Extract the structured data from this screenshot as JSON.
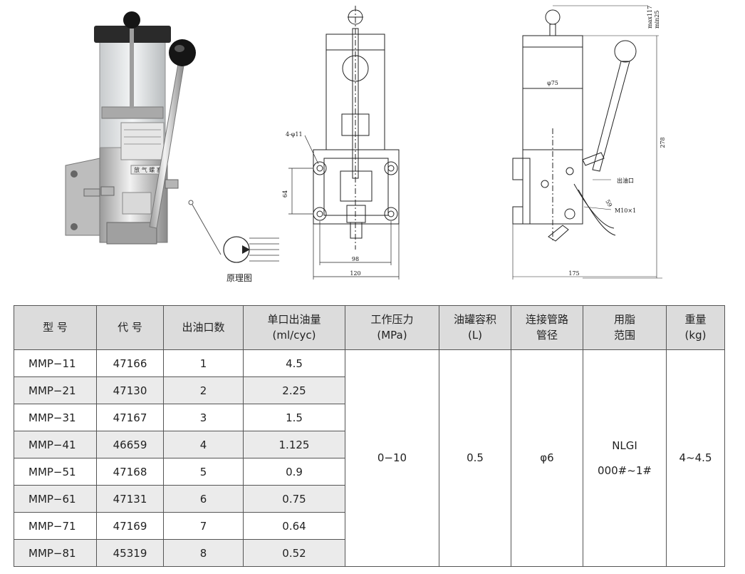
{
  "figure": {
    "caption": "原理图",
    "dims": {
      "holes": "4-φ11",
      "height_small": "64",
      "width_inner": "98",
      "width_outer": "120",
      "diameter": "φ75",
      "height_total": "278",
      "max_stroke": "max117",
      "min_stroke": "min25",
      "outlet": "出油口",
      "thread": "M10×1",
      "angle": "59",
      "depth": "175"
    },
    "labels": {
      "plate1": "放 气 螺 塞"
    }
  },
  "table": {
    "headers": [
      "型 号",
      "代 号",
      "出油口数",
      "单口出油量\n(ml/cyc)",
      "工作压力\n(MPa)",
      "油罐容积\n(L)",
      "连接管路\n管径",
      "用脂\n范围",
      "重量\n(kg)"
    ],
    "rows": [
      {
        "model": "MMP−11",
        "code": "47166",
        "outlets": "1",
        "output": "4.5"
      },
      {
        "model": "MMP−21",
        "code": "47130",
        "outlets": "2",
        "output": "2.25"
      },
      {
        "model": "MMP−31",
        "code": "47167",
        "outlets": "3",
        "output": "1.5"
      },
      {
        "model": "MMP−41",
        "code": "46659",
        "outlets": "4",
        "output": "1.125"
      },
      {
        "model": "MMP−51",
        "code": "47168",
        "outlets": "5",
        "output": "0.9"
      },
      {
        "model": "MMP−61",
        "code": "47131",
        "outlets": "6",
        "output": "0.75"
      },
      {
        "model": "MMP−71",
        "code": "47169",
        "outlets": "7",
        "output": "0.64"
      },
      {
        "model": "MMP−81",
        "code": "45319",
        "outlets": "8",
        "output": "0.52"
      }
    ],
    "merged": {
      "pressure": "0−10",
      "volume": "0.5",
      "pipe": "φ6",
      "grease_1": "NLGI",
      "grease_2": "000#~1#",
      "weight": "4~4.5"
    }
  }
}
